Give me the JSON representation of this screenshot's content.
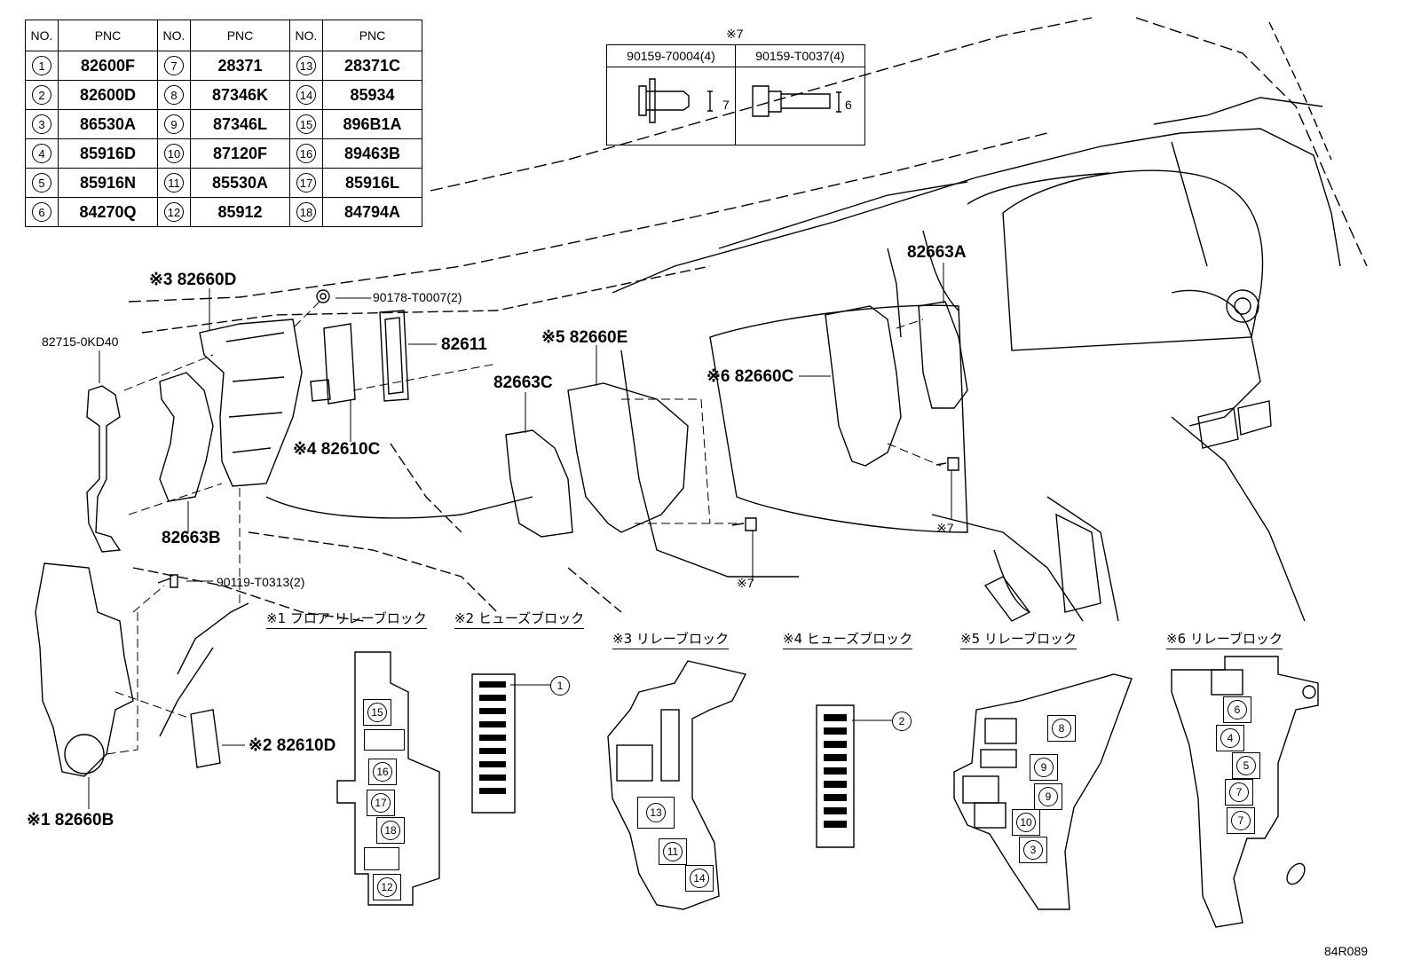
{
  "pnc_table": {
    "headers": [
      "NO.",
      "PNC",
      "NO.",
      "PNC",
      "NO.",
      "PNC"
    ],
    "rows": [
      [
        {
          "no": "1",
          "pnc": "82600F"
        },
        {
          "no": "7",
          "pnc": "28371"
        },
        {
          "no": "13",
          "pnc": "28371C"
        }
      ],
      [
        {
          "no": "2",
          "pnc": "82600D"
        },
        {
          "no": "8",
          "pnc": "87346K"
        },
        {
          "no": "14",
          "pnc": "85934"
        }
      ],
      [
        {
          "no": "3",
          "pnc": "86530A"
        },
        {
          "no": "9",
          "pnc": "87346L"
        },
        {
          "no": "15",
          "pnc": "896B1A"
        }
      ],
      [
        {
          "no": "4",
          "pnc": "85916D"
        },
        {
          "no": "10",
          "pnc": "87120F"
        },
        {
          "no": "16",
          "pnc": "89463B"
        }
      ],
      [
        {
          "no": "5",
          "pnc": "85916N"
        },
        {
          "no": "11",
          "pnc": "85530A"
        },
        {
          "no": "17",
          "pnc": "85916L"
        }
      ],
      [
        {
          "no": "6",
          "pnc": "84270Q"
        },
        {
          "no": "12",
          "pnc": "85912"
        },
        {
          "no": "18",
          "pnc": "84794A"
        }
      ]
    ]
  },
  "bolt_box": {
    "note": "※7",
    "left_part": "90159-70004(4)",
    "right_part": "90159-T0037(4)",
    "left_dim": "7",
    "right_dim": "6"
  },
  "labels": {
    "p82660D": "※3 82660D",
    "p90178": "90178-T0007(2)",
    "p82715": "82715-0KD40",
    "p82611": "82611",
    "p82660E": "※5 82660E",
    "p82663C": "82663C",
    "p82663A": "82663A",
    "p82660C": "※6 82660C",
    "p82610C": "※4 82610C",
    "p82663B": "82663B",
    "p90119": "90119-T0313(2)",
    "p82610D": "※2 82610D",
    "p82660B": "※1 82660B",
    "note7a": "※7",
    "note7b": "※7",
    "code": "84R089"
  },
  "captions": {
    "c1": "※1 フロア リレーブロック",
    "c2": "※2 ヒューズブロック",
    "c3": "※3 リレーブロック",
    "c4": "※4 ヒューズブロック",
    "c5": "※5 リレーブロック",
    "c6": "※6 リレーブロック"
  },
  "block1_slots": [
    "15",
    "16",
    "17",
    "18",
    "12"
  ],
  "block2_callout": "1",
  "block3_slots": [
    "13",
    "11",
    "14"
  ],
  "block4_callout": "2",
  "block5_slots": [
    "8",
    "9",
    "9",
    "10",
    "3"
  ],
  "block6_slots": [
    "6",
    "4",
    "5",
    "7",
    "7"
  ]
}
